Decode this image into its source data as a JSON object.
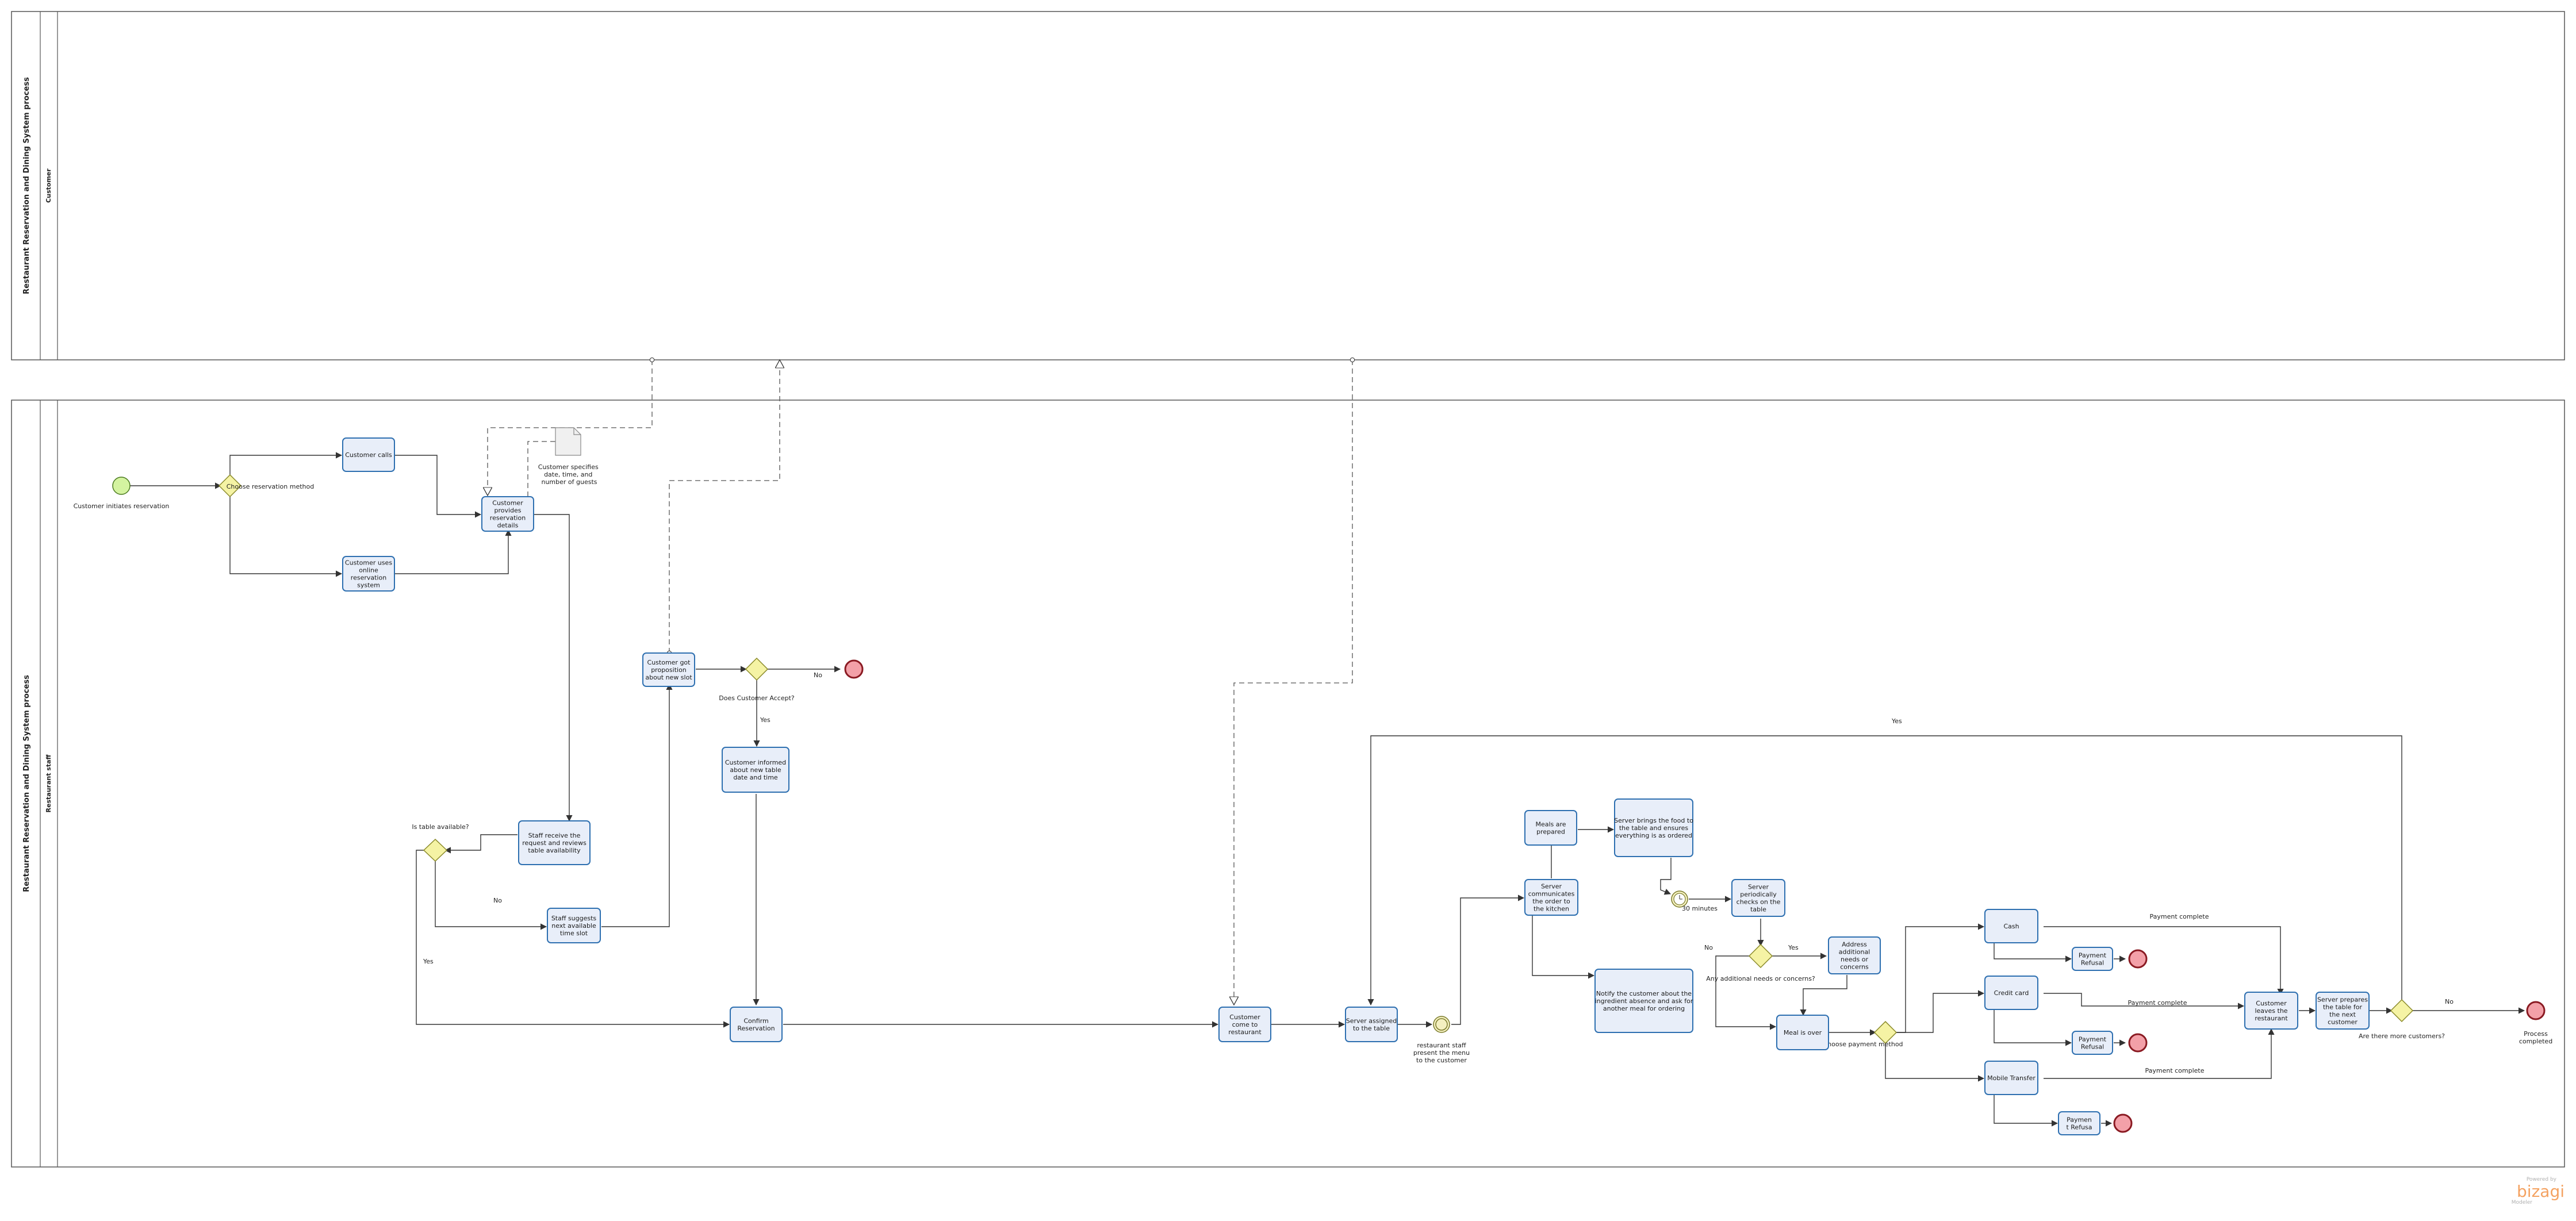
{
  "pools": {
    "top": {
      "title": "Restaurant Reservation and Dining System process",
      "lane": "Customer"
    },
    "bottom": {
      "title": "Restaurant Reservation and Dining System process",
      "lane": "Restaurant staff"
    }
  },
  "events": {
    "start": "Customer initiates reservation",
    "declined": "",
    "payment_end_cash": "",
    "payment_end_card": "",
    "payment_end_mobile": "",
    "process_end": "Process completed",
    "intermediate_menu": "restaurant staff present the menu to the customer",
    "timer_30": "30 minutes"
  },
  "gateways": {
    "choose_method": "Choose reservation method",
    "table_available": "Is table available?",
    "customer_accept": "Does Customer Accept?",
    "additional_needs": "Any additional needs or concerns?",
    "payment_method": "Choose payment method",
    "more_customers": "Are there more customers?"
  },
  "tasks": {
    "customer_calls": [
      "Customer calls"
    ],
    "online_system": [
      "Customer uses",
      "online",
      "reservation",
      "system"
    ],
    "provides_details": [
      "Customer",
      "provides",
      "reservation",
      "details"
    ],
    "staff_receive": [
      "Staff receive the",
      "request and reviews",
      "table availability"
    ],
    "staff_suggests": [
      "Staff suggests",
      "next available",
      "time slot"
    ],
    "got_proposition": [
      "Customer got",
      "proposition",
      "about new slot"
    ],
    "informed": [
      "Customer informed",
      "about new table",
      "date and time"
    ],
    "confirm": [
      "Confirm",
      "Reservation"
    ],
    "comes": [
      "Customer",
      "come to",
      "restaurant"
    ],
    "server_assigned": [
      "Server assigned",
      "to the table"
    ],
    "communicates": [
      "Server",
      "communicates",
      "the order to",
      "the kitchen"
    ],
    "meals_prepared": [
      "Meals are",
      "prepared"
    ],
    "brings_food": [
      "Server brings the food to",
      "the table and  ensures",
      "everything is as ordered"
    ],
    "notify": [
      "Notify the customer about the",
      "ingredient absence and ask for",
      "another meal for ordering"
    ],
    "checks_table": [
      "Server",
      "periodically",
      "checks on the",
      "table"
    ],
    "address_needs": [
      "Address",
      "additional",
      "needs or",
      "concerns"
    ],
    "meal_over": [
      "Meal is over"
    ],
    "cash": [
      "Cash"
    ],
    "credit_card": [
      "Credit card"
    ],
    "mobile": [
      "Mobile Transfer"
    ],
    "refusal_cash": [
      "Payment",
      "Refusal"
    ],
    "refusal_card": [
      "Payment",
      "Refusal"
    ],
    "refusal_mobile": [
      "Paymen",
      "t Refusa"
    ],
    "leaves": [
      "Customer",
      "leaves the",
      "restaurant"
    ],
    "prepares_table": [
      "Server prepares",
      "the table for",
      "the next",
      "customer"
    ]
  },
  "artifacts": {
    "data_object": [
      "Customer specifies",
      "date, time, and",
      "number of guests"
    ]
  },
  "flow_labels": {
    "no_accept": "No",
    "yes_accept": "Yes",
    "no_table": "No",
    "yes_table": "Yes",
    "no_needs": "No",
    "yes_needs": "Yes",
    "pay_complete_1": "Payment complete",
    "pay_complete_2": "Payment complete",
    "pay_complete_3": "Payment complete",
    "yes_more": "Yes",
    "no_more": "No"
  },
  "branding": {
    "powered_by": "Powered by",
    "name": "bizagi",
    "sub": "Modeler"
  },
  "colors": {
    "task_fill": "#e8eef9",
    "task_stroke": "#2d6fb0",
    "gateway_fill": "#f5f3a4",
    "start_fill": "#d4f3a0",
    "end_fill": "#f3a0a8",
    "brand": "#f4a261"
  }
}
